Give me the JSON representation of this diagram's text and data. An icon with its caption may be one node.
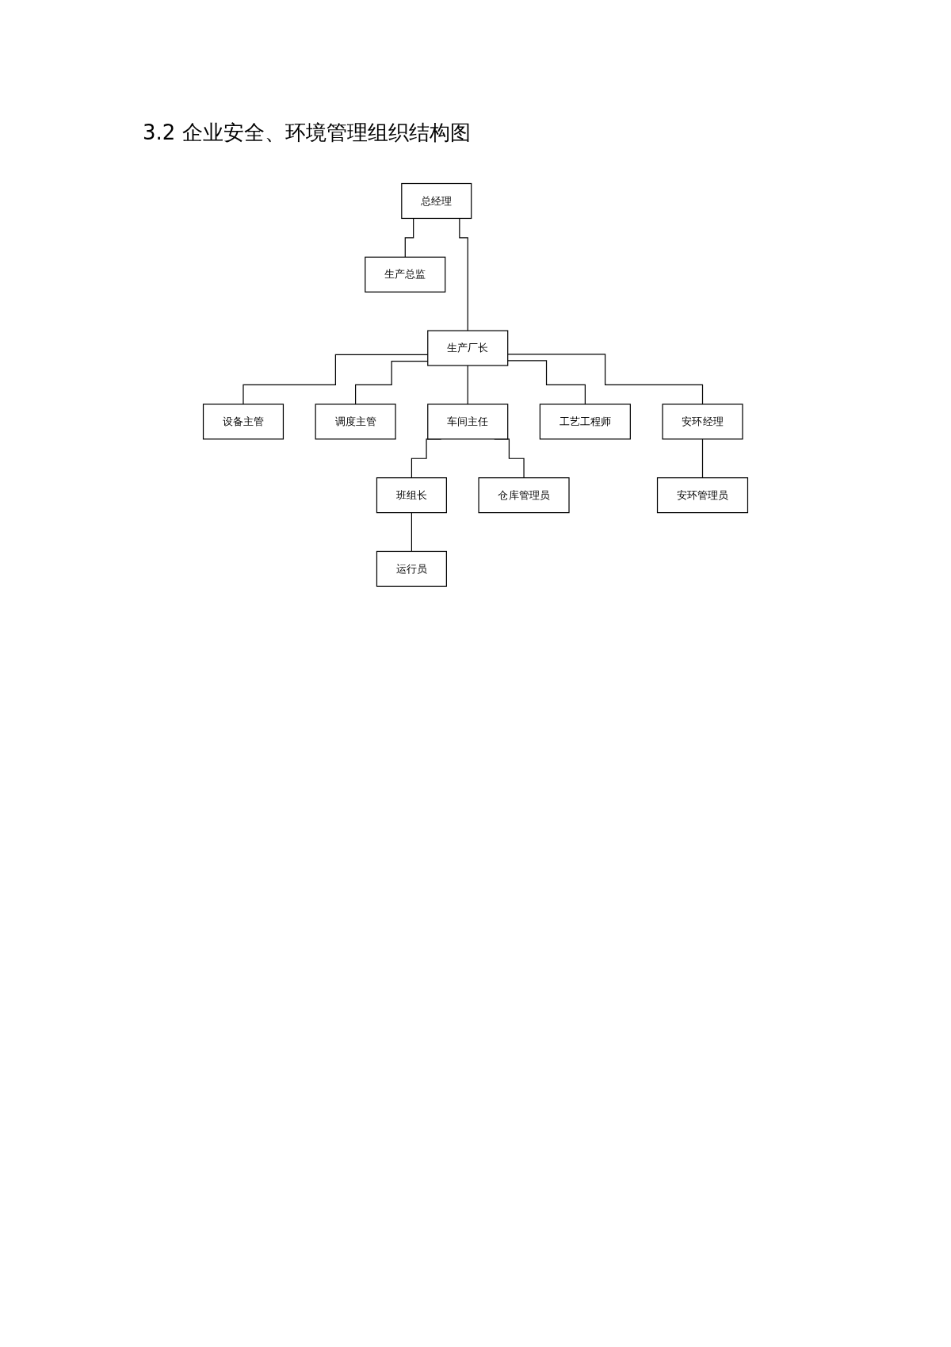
{
  "diagram": {
    "title": "3.2  企业安全、环境管理组织结构图",
    "nodes": [
      {
        "text": [
          "总经理"
        ]
      },
      {
        "text": [
          "生产总监"
        ]
      },
      {
        "text": [
          "生产厂长"
        ]
      },
      {
        "text": [
          "设备主管"
        ]
      },
      {
        "text": [
          "调度主管"
        ]
      },
      {
        "text": [
          "车间主任"
        ]
      },
      {
        "text": [
          "工艺工程师"
        ]
      },
      {
        "text": [
          "安环经理"
        ]
      },
      {
        "text": [
          "班组长"
        ]
      },
      {
        "text": [
          "仓库管理员"
        ]
      },
      {
        "text": [
          "运行员"
        ]
      },
      {
        "text": [
          "安环管理员"
        ]
      }
    ],
    "edges": [
      {
        "from": 0,
        "to": 1,
        "arrow": "none"
      },
      {
        "from": 0,
        "to": 2,
        "arrow": "none"
      },
      {
        "from": 2,
        "to": 3,
        "arrow": "none"
      },
      {
        "from": 2,
        "to": 4,
        "arrow": "none"
      },
      {
        "from": 2,
        "to": 5,
        "arrow": "none"
      },
      {
        "from": 2,
        "to": 6,
        "arrow": "none"
      },
      {
        "from": 2,
        "to": 7,
        "arrow": "none"
      },
      {
        "from": 5,
        "to": 8,
        "arrow": "none"
      },
      {
        "from": 5,
        "to": 9,
        "arrow": "none"
      },
      {
        "from": 8,
        "to": 10,
        "arrow": "none"
      },
      {
        "from": 7,
        "to": 11,
        "arrow": "none"
      }
    ]
  }
}
